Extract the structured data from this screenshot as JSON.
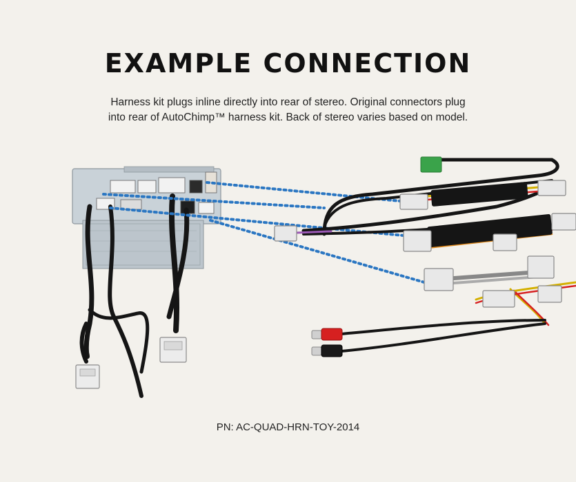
{
  "heading": {
    "title": "EXAMPLE CONNECTION"
  },
  "description": {
    "line1": "Harness kit plugs inline directly into rear of stereo. Original connectors plug",
    "line2": "into rear of AutoChimp™ harness kit. Back of stereo varies based on model."
  },
  "footer": {
    "part_number": "PN: AC-QUAD-HRN-TOY-2014"
  },
  "colors": {
    "background": "#f3f1ec",
    "dotted_line": "#2a76c2",
    "wire": "#151515",
    "connector": "#e8e8e8",
    "green_connector": "#3aa34a",
    "rca_red": "#d62020"
  }
}
